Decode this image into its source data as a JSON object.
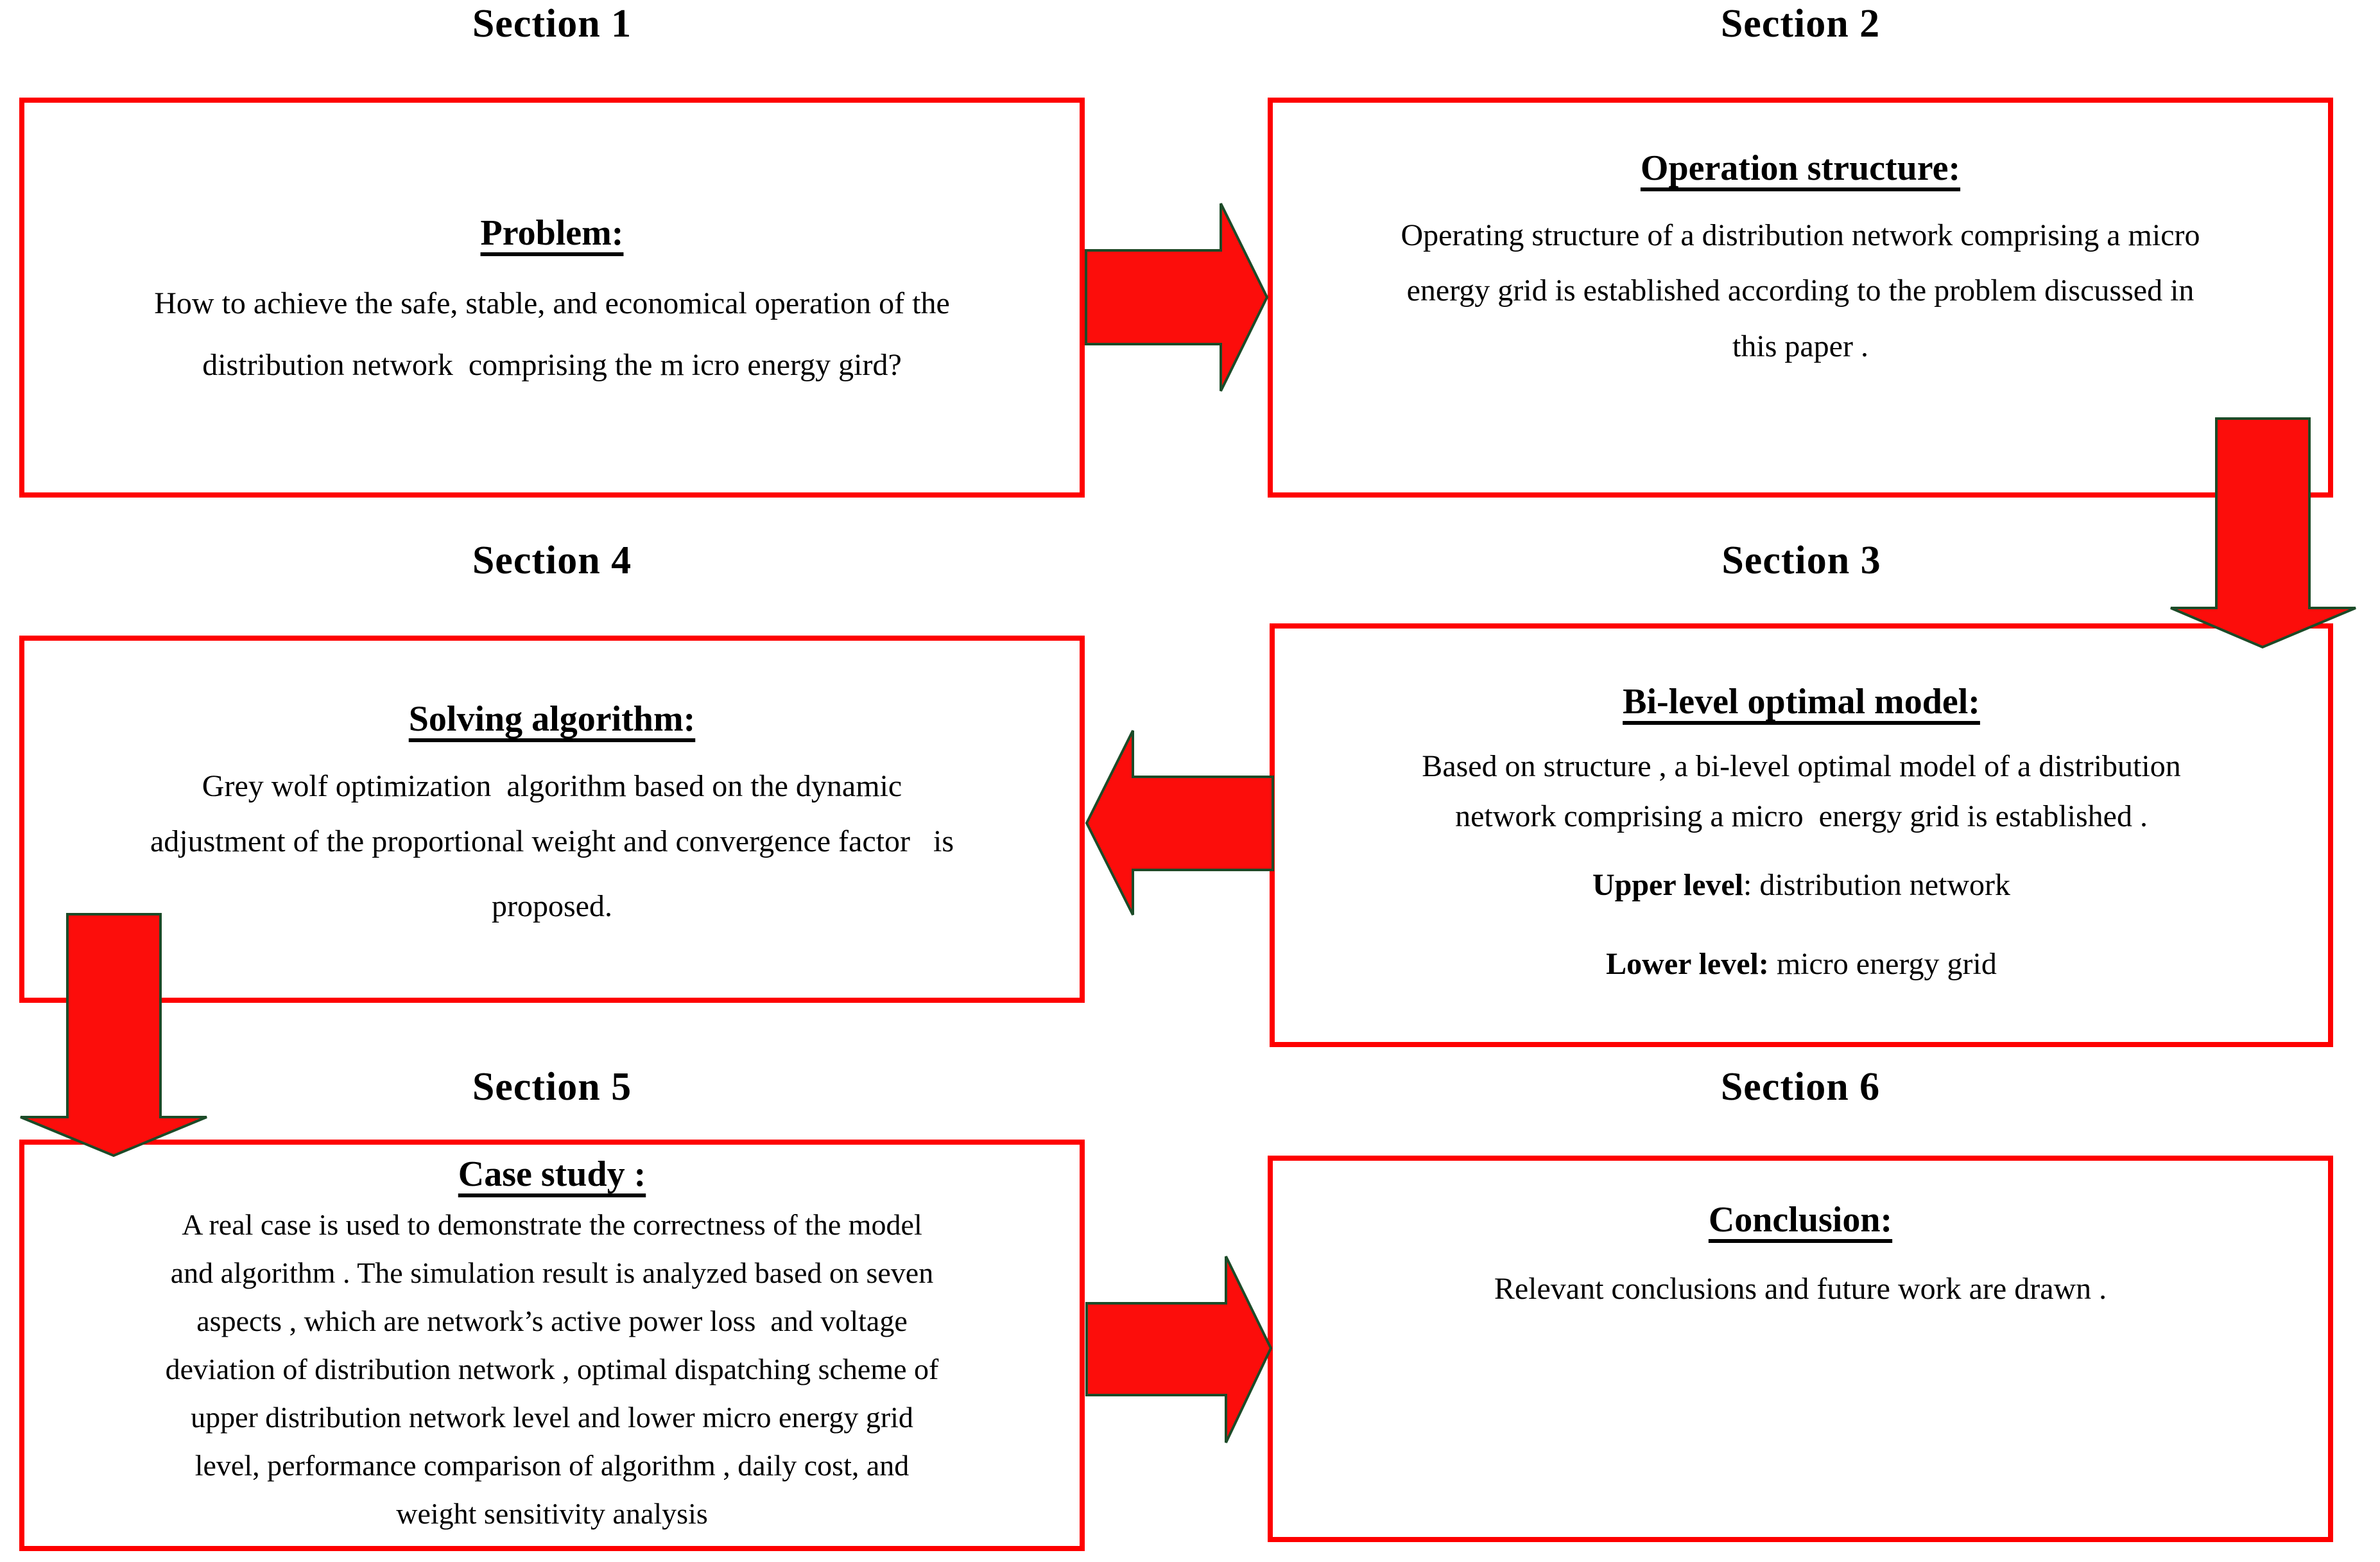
{
  "colors": {
    "background": "#ffffff",
    "text": "#000000",
    "box_border": "#fe0000",
    "arrow_fill": "#fc0d0b",
    "arrow_outline": "#1c4b28"
  },
  "sections": {
    "s1": {
      "title": "Section 1",
      "heading": "Problem:",
      "body": [
        "How to achieve the safe, stable, and economical operation of the",
        "distribution network  comprising the m icro energy gird?"
      ]
    },
    "s2": {
      "title": "Section 2",
      "heading": "Operation structure:",
      "body": [
        "Operating structure of a distribution network comprising a micro",
        "energy grid is established according to the problem discussed in",
        "this paper ."
      ]
    },
    "s3": {
      "title": "Section 3",
      "heading": "Bi-level optimal model:",
      "body": [
        "Based on structure , a bi-level optimal model of a distribution",
        "network comprising a micro  energy grid is established ."
      ],
      "levels": [
        {
          "label": "Upper level",
          "rest": ": distribution network"
        },
        {
          "label": "Lower level:",
          "rest": " micro energy grid"
        }
      ]
    },
    "s4": {
      "title": "Section 4",
      "heading": "Solving algorithm:",
      "body": [
        "Grey wolf optimization  algorithm based on the dynamic",
        "adjustment of the proportional weight and convergence factor   is",
        "proposed."
      ]
    },
    "s5": {
      "title": "Section 5",
      "heading": "Case study :",
      "body": [
        "A real case is used to demonstrate the correctness of the model",
        "and algorithm . The simulation result is analyzed based on seven",
        "aspects , which are network’s active power loss  and voltage",
        "deviation of distribution network , optimal dispatching scheme of",
        "upper distribution network level and lower micro energy grid",
        "level, performance comparison of algorithm , daily cost, and",
        "weight sensitivity analysis"
      ]
    },
    "s6": {
      "title": "Section 6",
      "heading": "Conclusion:",
      "body": [
        "Relevant conclusions and future work are drawn ."
      ]
    }
  },
  "arrows": [
    {
      "name": "arrow-s1-to-s2",
      "direction": "right",
      "from": "Section 1",
      "to": "Section 2"
    },
    {
      "name": "arrow-s2-to-s3",
      "direction": "down",
      "from": "Section 2",
      "to": "Section 3"
    },
    {
      "name": "arrow-s3-to-s4",
      "direction": "left",
      "from": "Section 3",
      "to": "Section 4"
    },
    {
      "name": "arrow-s4-to-s5",
      "direction": "down",
      "from": "Section 4",
      "to": "Section 5"
    },
    {
      "name": "arrow-s5-to-s6",
      "direction": "right",
      "from": "Section 5",
      "to": "Section 6"
    }
  ]
}
